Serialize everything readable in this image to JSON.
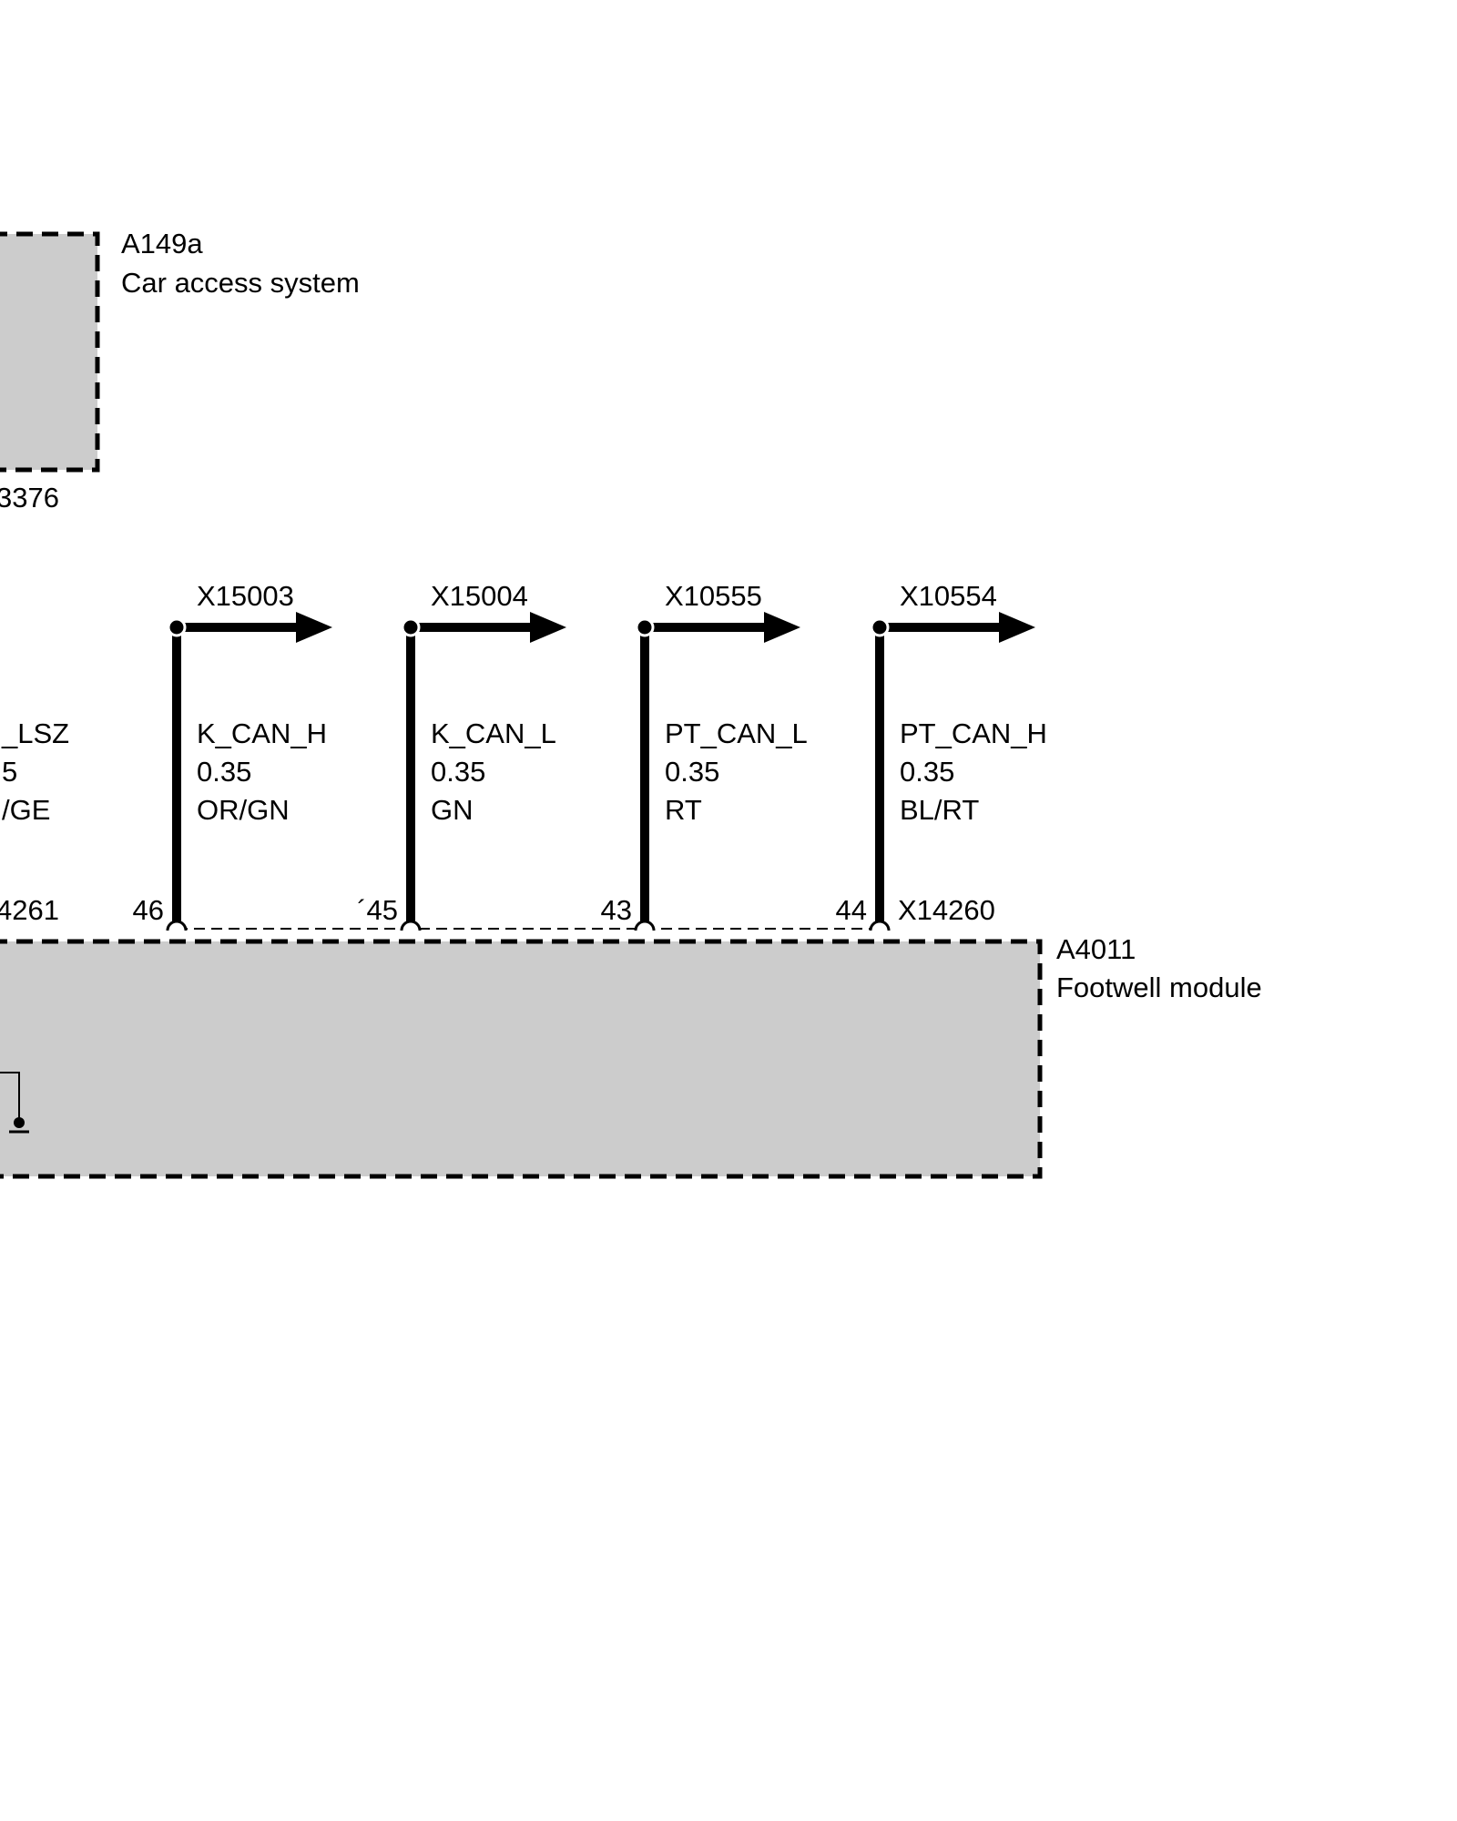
{
  "colors": {
    "module_fill": "#cccccc",
    "line": "#000000",
    "background": "#ffffff"
  },
  "car_access_system": {
    "id": "A149a",
    "name": "Car access system",
    "connector_partial": "3376"
  },
  "footwell_module": {
    "id": "A4011",
    "name": "Footwell module",
    "connector": "X14260",
    "ground_icon": "ground-symbol-icon"
  },
  "left_wire_partial": {
    "signal": "_LSZ",
    "gauge": "5",
    "color": "/GE",
    "connector": "4261"
  },
  "wires": [
    {
      "connector": "X15003",
      "signal": "K_CAN_H",
      "gauge": "0.35",
      "color": "OR/GN",
      "pin": "46"
    },
    {
      "connector": "X15004",
      "signal": "K_CAN_L",
      "gauge": "0.35",
      "color": "GN",
      "pin": "´45"
    },
    {
      "connector": "X10555",
      "signal": "PT_CAN_L",
      "gauge": "0.35",
      "color": "RT",
      "pin": "43"
    },
    {
      "connector": "X10554",
      "signal": "PT_CAN_H",
      "gauge": "0.35",
      "color": "BL/RT",
      "pin": "44"
    }
  ]
}
